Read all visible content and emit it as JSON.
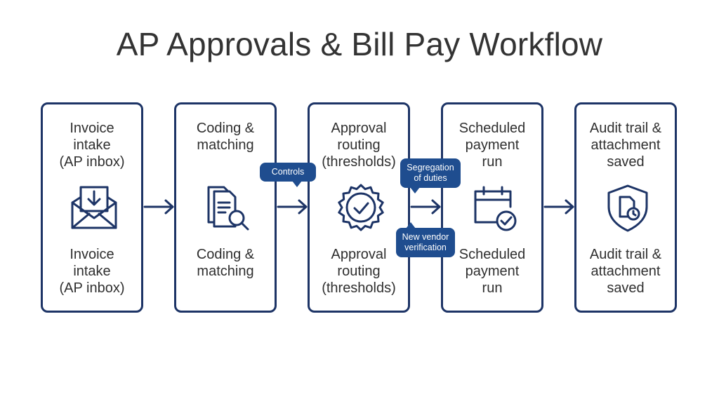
{
  "title": "AP Approvals & Bill Pay Workflow",
  "colors": {
    "primary": "#1d3466",
    "callout": "#1f4d8f",
    "text": "#2f2f2f"
  },
  "steps": [
    {
      "top_label": "Invoice\nintake\n(AP inbox)",
      "bottom_label": "Invoice\nintake\n(AP inbox)",
      "icon": "envelope-download-icon"
    },
    {
      "top_label": "Coding &\nmatching",
      "bottom_label": "Coding &\nmatching",
      "icon": "documents-search-icon"
    },
    {
      "top_label": "Approval\nrouting\n(thresholds)",
      "bottom_label": "Approval\nrouting\n(thresholds)",
      "icon": "approval-badge-icon"
    },
    {
      "top_label": "Scheduled\npayment\nrun",
      "bottom_label": "Scheduled\npayment\nrun",
      "icon": "calendar-check-icon"
    },
    {
      "top_label": "Audit trail &\nattachment\nsaved",
      "bottom_label": "Audit trail &\nattachment\nsaved",
      "icon": "shield-document-icon"
    }
  ],
  "callouts": {
    "controls": "Controls",
    "segregation": "Segregation\nof duties",
    "vendor": "New vendor\nverification"
  }
}
